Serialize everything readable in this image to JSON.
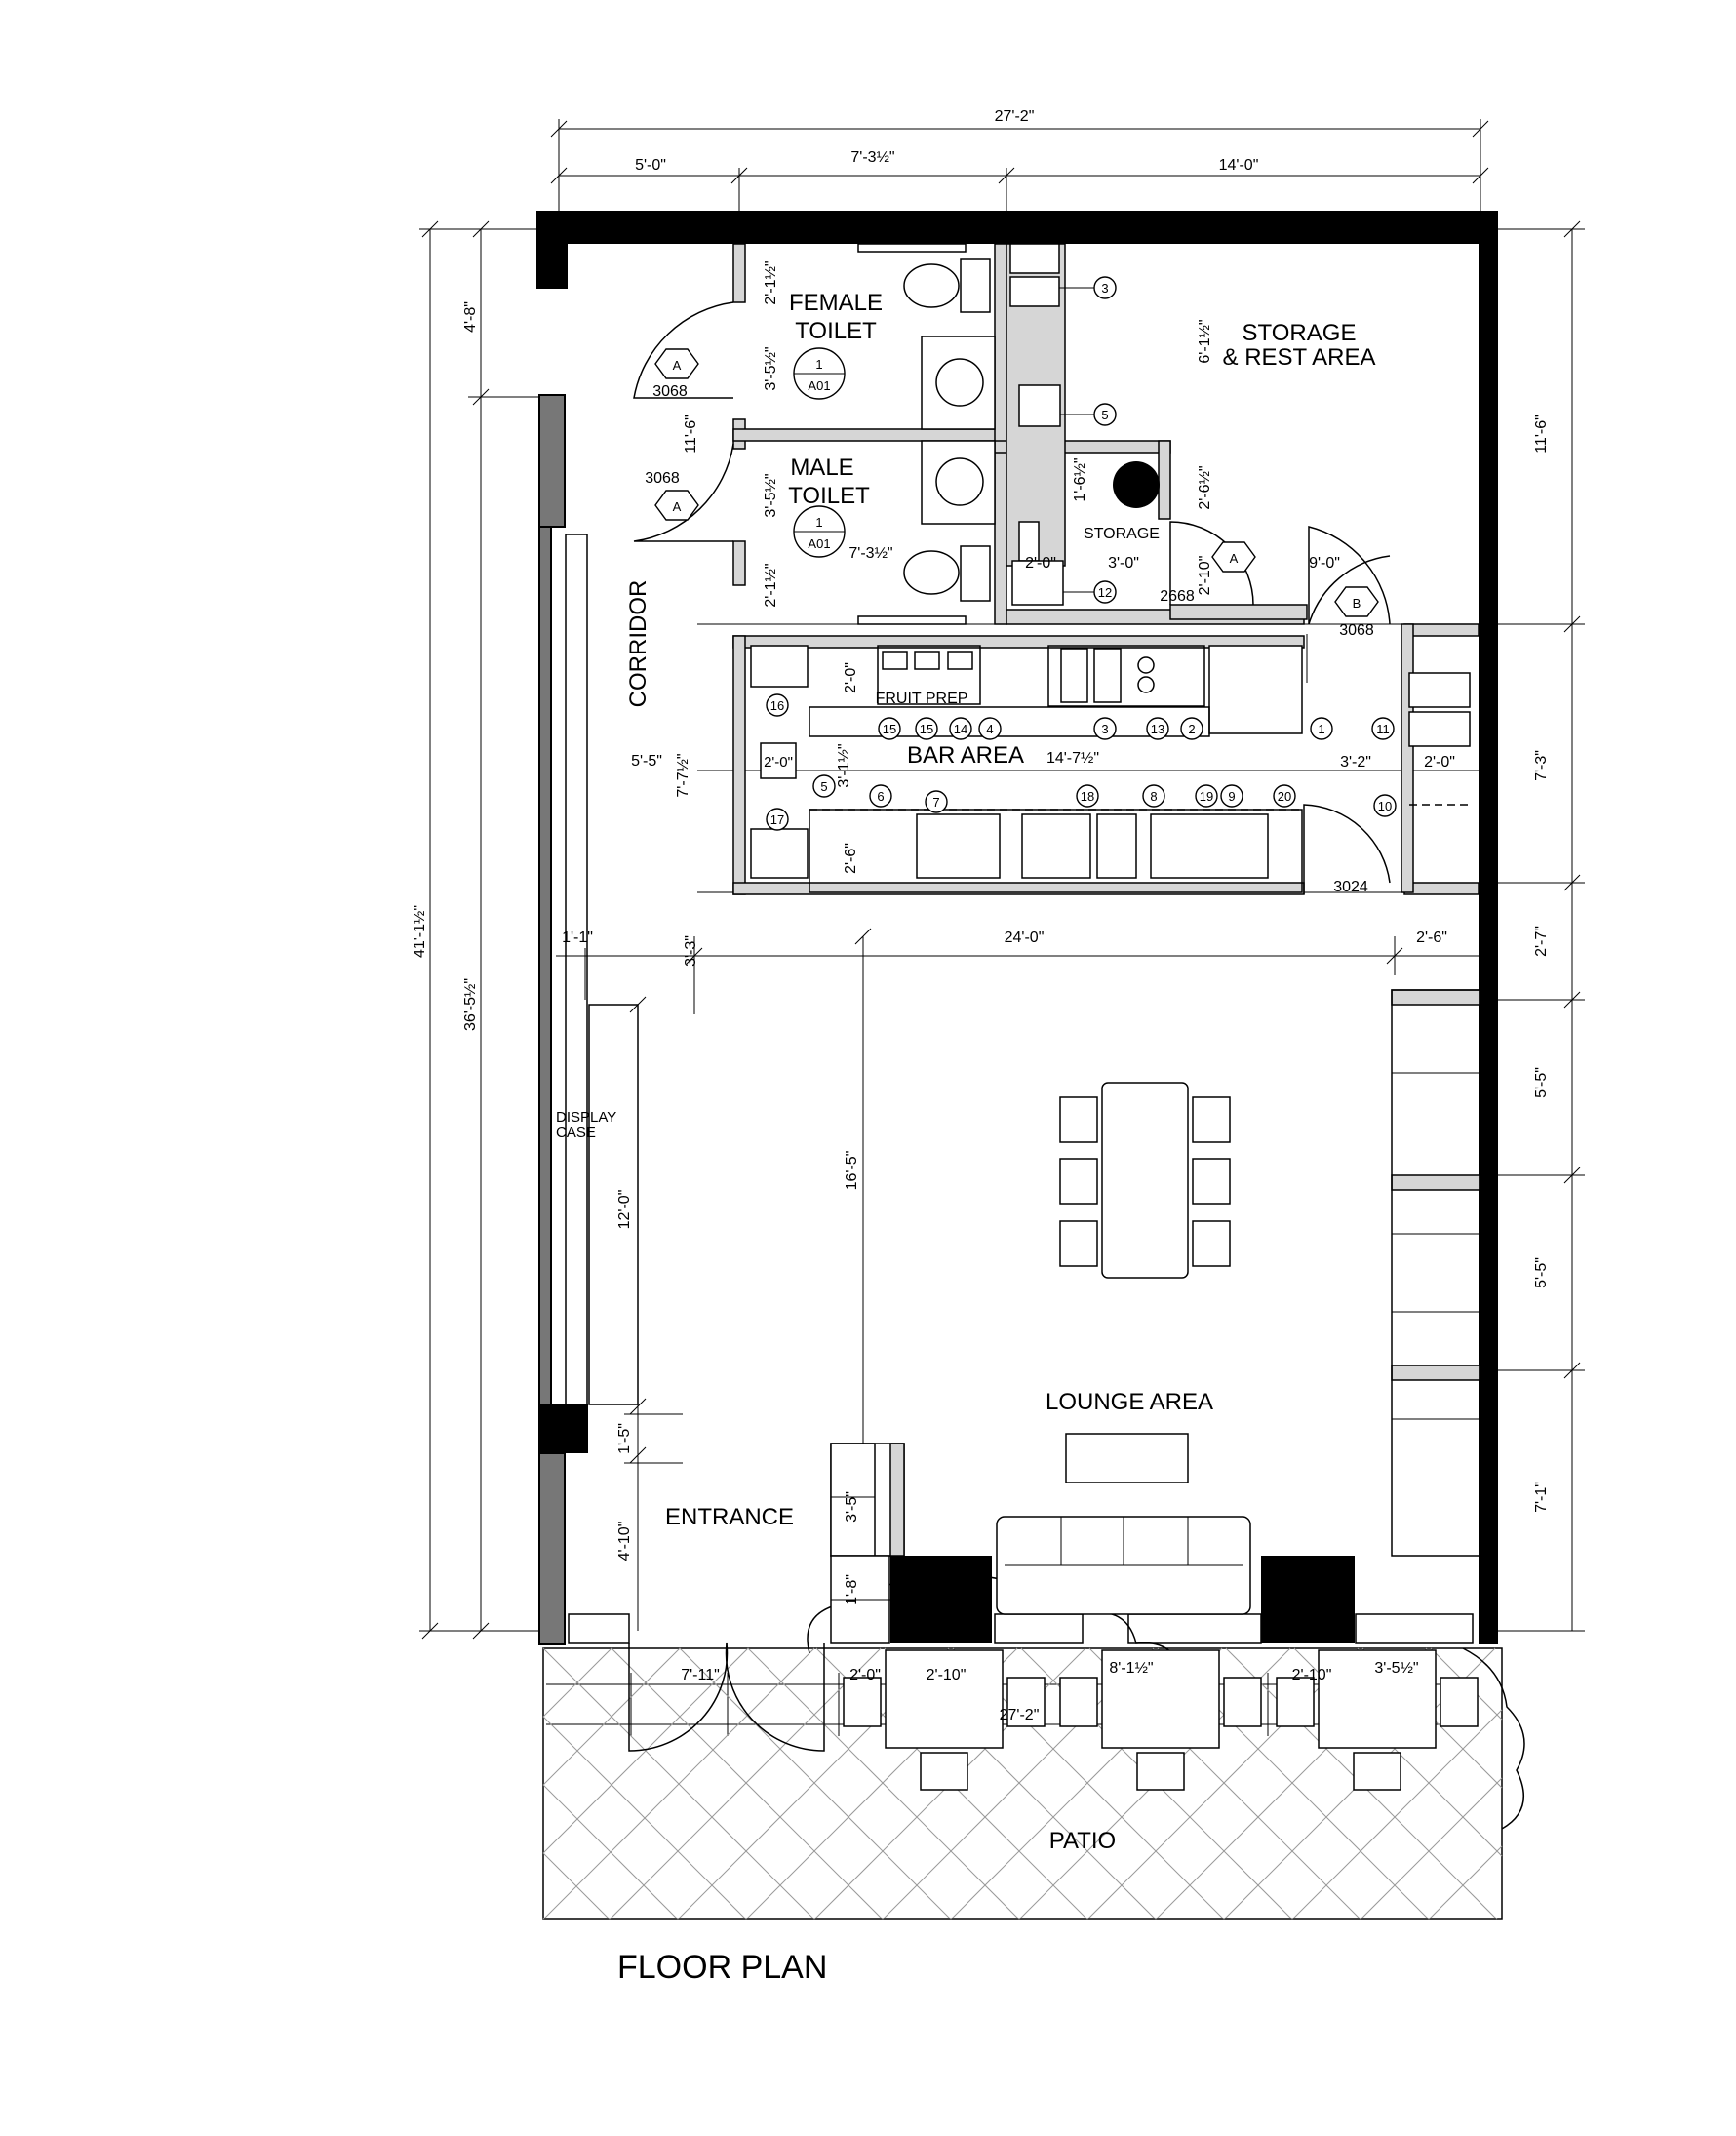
{
  "drawing": {
    "title": "FLOOR PLAN",
    "rooms": {
      "female_toilet": [
        "FEMALE",
        "TOILET"
      ],
      "male_toilet": [
        "MALE",
        "TOILET"
      ],
      "storage_rest": [
        "STORAGE",
        "& REST AREA"
      ],
      "storage": "STORAGE",
      "corridor": "CORRIDOR",
      "bar_area": "BAR AREA",
      "fruit_prep": "FRUIT PREP",
      "display_case": [
        "DISPLAY",
        "CASE"
      ],
      "lounge_area": "LOUNGE AREA",
      "entrance": "ENTRANCE",
      "patio": "PATIO"
    },
    "doors": {
      "door_a_top": {
        "tag": "A",
        "code": "3068"
      },
      "door_a_bottom": {
        "tag": "A",
        "code": "3068"
      },
      "door_a_storage": {
        "tag": "A",
        "code": "2668"
      },
      "door_b": {
        "tag": "B",
        "code": "3068"
      },
      "door_bar": {
        "code": "3024"
      }
    },
    "section_mark": {
      "number": "1",
      "sheet": "A01"
    },
    "dimensions": {
      "top_overall": "27'-2\"",
      "top_a": "5'-0\"",
      "top_b": "7'-3½\"",
      "top_c": "14'-0\"",
      "left_overall": "41'-1½\"",
      "left_inner": "36'-5½\"",
      "left_4_8": "4'-8\"",
      "corr_11_6": "11'-6\"",
      "female_2_1": "2'-1½\"",
      "female_3_5": "3'-5½\"",
      "male_3_5": "3'-5½\"",
      "male_2_1": "2'-1½\"",
      "male_7_3": "7'-3½\"",
      "storage_6_1": "6'-1½\"",
      "storage_1_6": "1'-6½\"",
      "storage_2_6": "2'-6½\"",
      "storage_2_10": "2'-10\"",
      "storage_2_0": "2'-0\"",
      "storage_3_0": "3'-0\"",
      "door_9_0": "9'-0\"",
      "right_11_6": "11'-6\"",
      "right_7_3": "7'-3\"",
      "right_2_7": "2'-7\"",
      "right_5_5a": "5'-5\"",
      "right_5_5b": "5'-5\"",
      "right_7_1": "7'-1\"",
      "bar_2_0": "2'-0\"",
      "bar_14_7": "14'-7½\"",
      "bar_3_1": "3'-1½\"",
      "bar_2_6": "2'-6\"",
      "bar_5_5": "5'-5\"",
      "bar_7_7": "7'-7½\"",
      "bar_2_0b": "2'-0\"",
      "bar_3_2": "3'-2\"",
      "bar_2_0c": "2'-0\"",
      "lounge_1_1": "1'-1\"",
      "lounge_3_3": "3'-3\"",
      "lounge_24_0": "24'-0\"",
      "lounge_2_6": "2'-6\"",
      "lounge_12_0": "12'-0\"",
      "lounge_16_5": "16'-5\"",
      "lounge_1_5": "1'-5\"",
      "lounge_4_10": "4'-10\"",
      "lounge_3_5": "3'-5\"",
      "lounge_1_8": "1'-8\"",
      "patio_7_11": "7'-11\"",
      "patio_2_0": "2'-0\"",
      "patio_2_10a": "2'-10\"",
      "patio_8_1": "8'-1½\"",
      "patio_2_10b": "2'-10\"",
      "patio_3_5": "3'-5½\"",
      "patio_27_2": "27'-2\""
    },
    "equipment_tags": [
      "1",
      "2",
      "3",
      "3",
      "4",
      "5",
      "5",
      "6",
      "7",
      "8",
      "9",
      "10",
      "11",
      "12",
      "13",
      "14",
      "15",
      "15",
      "16",
      "17",
      "18",
      "19",
      "20"
    ]
  },
  "colors": {
    "line": "#000000",
    "hatch": "#d6d6d6",
    "wall_grey": "#777777",
    "background": "#ffffff"
  }
}
